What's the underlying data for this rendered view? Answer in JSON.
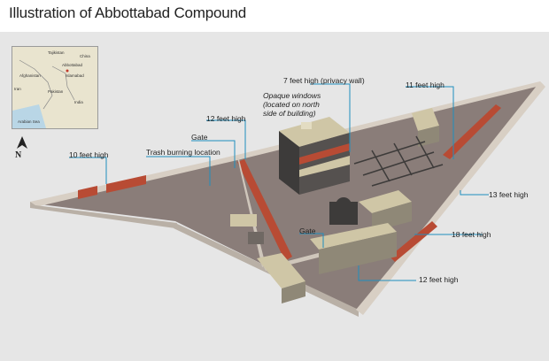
{
  "title": "Illustration of Abbottabad Compound",
  "compass": {
    "label": "N"
  },
  "map": {
    "labels": [
      "Pakistan",
      "India",
      "Afghanistan",
      "Islamabad",
      "Abbottabad",
      "Arabian Sea",
      "China",
      "Tajikistan",
      "Iran"
    ],
    "colors": {
      "land": "#e9e4cf",
      "water": "#b9d6e6",
      "border": "#8a8a8a"
    }
  },
  "annotations": {
    "privacy_wall": "7 feet high (privacy wall)",
    "opaque_windows": "Opaque windows (located on north side of building)",
    "feet_11": "11 feet high",
    "feet_12_top": "12 feet high",
    "gate_top": "Gate",
    "trash": "Trash burning location",
    "feet_10": "10 feet high",
    "feet_13": "13 feet high",
    "gate_bottom": "Gate",
    "feet_18": "18 feet high",
    "feet_12_bottom": "12 feet high"
  },
  "colors": {
    "ground": "#8a7d79",
    "wall_top": "#d8cfc4",
    "wall_side": "#9d938c",
    "wall_red": "#b84b34",
    "building": "#cfc6a6",
    "building_dark": "#3d3b3a",
    "leader": "#1f8fbf",
    "panel": "#e6e6e6"
  }
}
